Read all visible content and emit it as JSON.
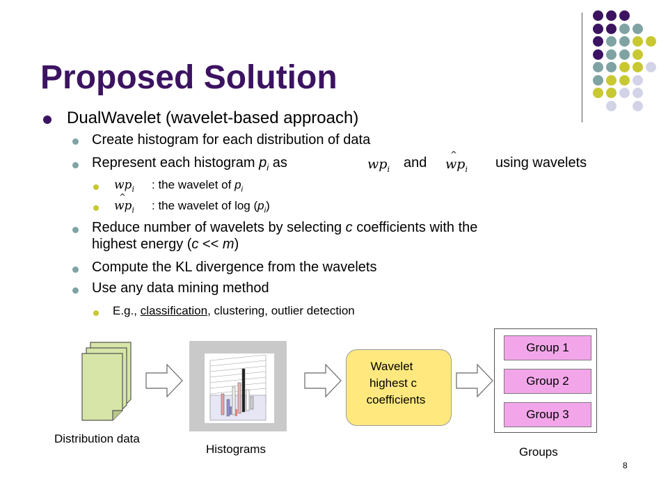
{
  "slide": {
    "title": "Proposed Solution",
    "page_number": "8"
  },
  "bullets": {
    "l1": "DualWavelet (wavelet-based approach)",
    "l2a": "Create histogram for each distribution of data",
    "l2b_prefix": "Represent each histogram ",
    "l2b_p": "p",
    "l2b_i": "i",
    "l2b_as": " as",
    "l2b_and": "and",
    "l2b_suffix": "using wavelets",
    "sub1_suffix": ": the wavelet of ",
    "sub2_suffix_a": ": the wavelet of log (",
    "sub2_suffix_b": ")",
    "l2c_a": "Reduce number of wavelets by selecting ",
    "l2c_c": "c",
    "l2c_b": " coefficients with the",
    "l2c_line2_a": "highest energy (",
    "l2c_line2_c": "c",
    "l2c_line2_mid": " << ",
    "l2c_line2_m": "m",
    "l2c_line2_end": ")",
    "l2d": "Compute the KL divergence from the wavelets",
    "l2e": "Use any data mining method",
    "l3_prefix": "E.g., ",
    "l3_link": "classification",
    "l3_suffix": ", clustering, outlier detection"
  },
  "math": {
    "wp": "wp",
    "sub_i": "i"
  },
  "diagram": {
    "distribution_label": "Distribution data",
    "histograms_label": "Histograms",
    "wavelet_lines": [
      "Wavelet",
      "highest c",
      "coefficients"
    ],
    "groups": [
      "Group 1",
      "Group 2",
      "Group 3"
    ],
    "groups_label": "Groups"
  },
  "colors": {
    "title": "#3c1361",
    "dot_purple": "#3c1361",
    "dot_teal": "#7fa3a3",
    "dot_yellow": "#c8c832",
    "dot_lavender": "#d3d3e8",
    "doc_fill": "#d7e6a8",
    "group_fill": "#f2a6e9",
    "wavelet_fill": "#ffe97f"
  }
}
